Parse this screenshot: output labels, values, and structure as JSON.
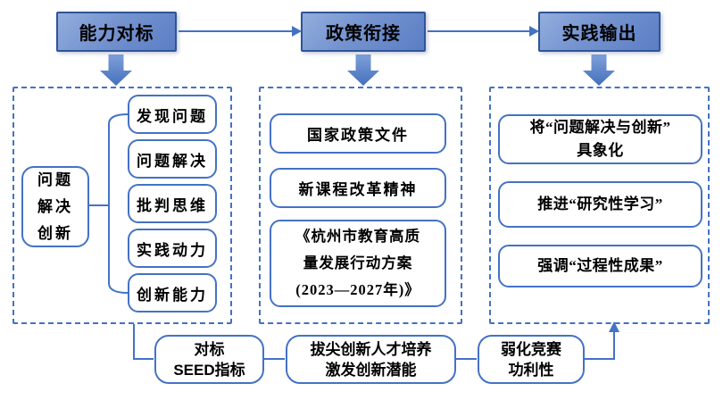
{
  "colors": {
    "accent": "#4472C4",
    "top_box_border": "#2E5597",
    "top_box_fill_start": "#93ADDD",
    "top_box_fill_end": "#5B7EC5"
  },
  "top_flow": {
    "steps": [
      "能力对标",
      "政策衔接",
      "实践输出"
    ]
  },
  "left_panel": {
    "parent": "问题\n解决\n创新",
    "children": [
      "发现问题",
      "问题解决",
      "批判思维",
      "实践动力",
      "创新能力"
    ]
  },
  "middle_panel": {
    "items": [
      "国家政策文件",
      "新课程改革精神",
      "《杭州市教育高质\n量发展行动方案\n(2023—2027年)》"
    ]
  },
  "right_panel": {
    "items": [
      "将“问题解决与创新”\n具象化",
      "推进“研究性学习”",
      "强调“过程性成果”"
    ]
  },
  "bottom_flow": {
    "steps": [
      "对标\nSEED指标",
      "拔尖创新人才培养\n激发创新潜能",
      "弱化竞赛\n功利性"
    ]
  }
}
